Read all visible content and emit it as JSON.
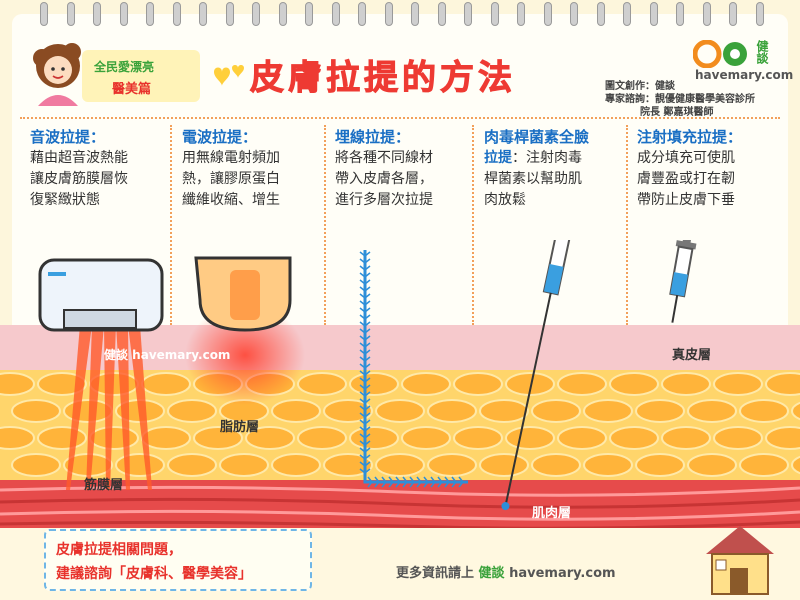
{
  "header": {
    "badge_line1": "全民愛漂亮",
    "badge_line2": "醫美篇",
    "title": "皮膚拉提的方法",
    "logo_text": "健談",
    "logo_url": "havemary.com",
    "credit_line1": "圖文創作：健談",
    "credit_line2": "專家諮詢：靚優健康醫學美容診所",
    "credit_line3": "院長 鄭嘉琪醫師"
  },
  "methods": [
    {
      "head": "音波拉提：",
      "lines": [
        "藉由超音波熱能",
        "讓皮膚筋膜層恢",
        "復緊緻狀態"
      ]
    },
    {
      "head": "電波拉提：",
      "lines": [
        "用無線電射頻加",
        "熱，讓膠原蛋白",
        "纖維收縮、增生"
      ]
    },
    {
      "head": "埋線拉提：",
      "lines": [
        "將各種不同線材",
        "帶入皮膚各層，",
        "進行多層次拉提"
      ]
    },
    {
      "head_line1": "肉毒桿菌素全臉",
      "head_inline": "拉提",
      "rest_line2": "：注射肉毒",
      "lines": [
        "桿菌素以幫助肌",
        "肉放鬆"
      ]
    },
    {
      "head": "注射填充拉提：",
      "lines": [
        "成分填充可使肌",
        "膚豐盈或打在韌",
        "帶防止皮膚下垂"
      ]
    }
  ],
  "layers": {
    "watermark": "健談 havemary.com",
    "fat": "脂肪層",
    "fascia": "筋膜層",
    "muscle": "肌肉層",
    "dermis": "真皮層"
  },
  "footer": {
    "question_line1": "皮膚拉提相關問題，",
    "question_line2": "建議諮詢「皮膚科、醫學美容」",
    "more_prefix": "更多資訊請上",
    "more_brand": "健談",
    "more_url": "havemary.com"
  },
  "colors": {
    "title_red": "#ee3a33",
    "heading_blue": "#1a6fc4",
    "fat_yellow": "#ffd56b",
    "skin_pink": "#f6c9cc",
    "muscle_red": "#e64b4b",
    "accent_green": "#3aa23a"
  },
  "icons": [
    "ultrasound-device-icon",
    "rf-device-icon",
    "thread-icon",
    "syringe-icon",
    "house-icon",
    "rose-icon",
    "heart-icon"
  ]
}
